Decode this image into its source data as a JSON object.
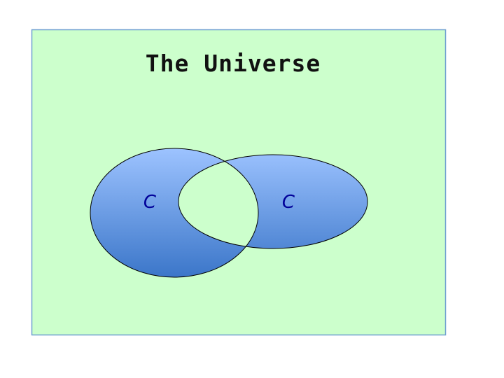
{
  "title": "The Universe",
  "sets": [
    {
      "label": "C"
    },
    {
      "label": "C"
    }
  ],
  "colors": {
    "universe_fill": "#ccffcc",
    "universe_border": "#6f9fd0",
    "set_gradient_top": "#9dc3ff",
    "set_gradient_bottom": "#3b76c9",
    "label_color": "#000099"
  }
}
